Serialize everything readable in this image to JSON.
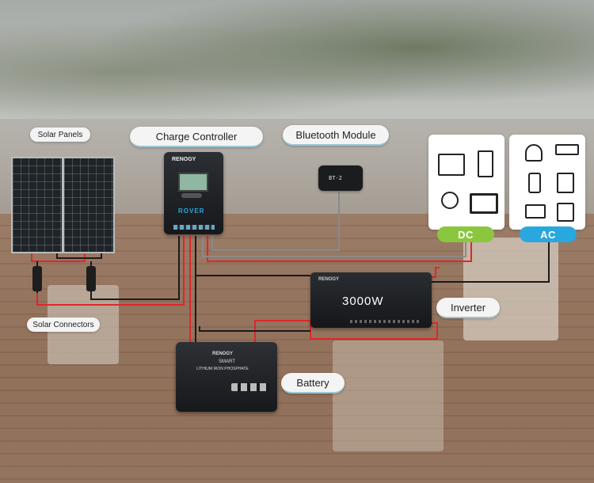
{
  "labels": {
    "solar_panels": "Solar Panels",
    "charge_controller": "Charge Controller",
    "bluetooth_module": "Bluetooth Module",
    "solar_connectors": "Solar Connectors",
    "inverter": "Inverter",
    "battery": "Battery"
  },
  "devices": {
    "controller_brand": "RENOGY",
    "controller_model": "ROVER",
    "bt_model": "BT-2",
    "inverter_brand": "RENOGY",
    "inverter_power": "3000W",
    "battery_brand": "RENOGY",
    "battery_line1": "SMART",
    "battery_line2": "LITHIUM IRON PHOSPHATE"
  },
  "loads": {
    "dc_label": "DC",
    "ac_label": "AC",
    "dc_icons": [
      "meter-icon",
      "fridge-icon",
      "light-bulb-icon",
      "monitor-icon"
    ],
    "ac_icons": [
      "kettle-icon",
      "air-conditioner-icon",
      "phone-icon",
      "washing-machine-icon",
      "laptop-icon",
      "coffee-maker-icon"
    ]
  },
  "colors": {
    "dc_green": "#8bc63f",
    "ac_blue": "#29a8df",
    "wire_red": "#e0262b",
    "wire_black": "#1a1a1a",
    "wire_gray": "#8a8a8a"
  }
}
